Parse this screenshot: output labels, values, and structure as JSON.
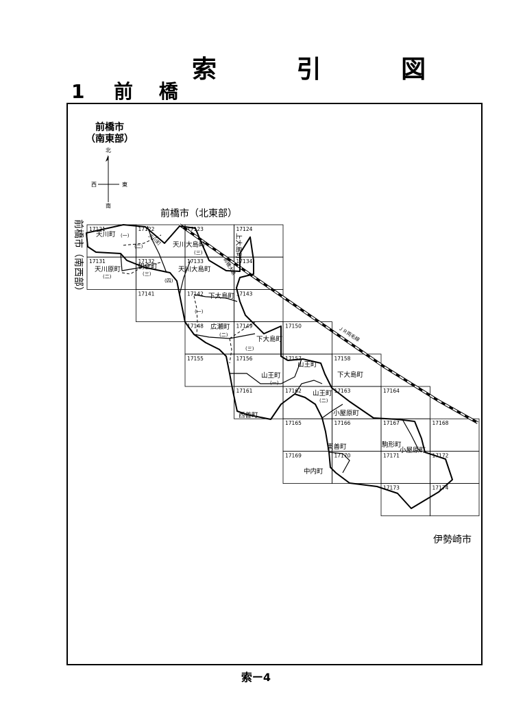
{
  "page": {
    "title": "索 引 図",
    "section_number": "1",
    "section_name": "前 橋",
    "footer": "索ー4"
  },
  "map": {
    "area_title_line1": "前橋市",
    "area_title_line2": "（南東部）",
    "compass": {
      "north": "北",
      "south": "南",
      "east": "東",
      "west": "西"
    },
    "neighbor_north_east": "前橋市（北東部）",
    "neighbor_south_west": "前橋市（南西部）",
    "neighbor_isesaki": "伊勢崎市",
    "railway_label": "ＪＲ両毛線",
    "cells": [
      "17121",
      "17122",
      "17123",
      "17124",
      "17131",
      "17132",
      "17133",
      "17134",
      "17141",
      "17142",
      "17143",
      "17148",
      "17149",
      "17150",
      "17155",
      "17156",
      "17157",
      "17158",
      "17161",
      "17162",
      "17163",
      "17164",
      "17165",
      "17166",
      "17167",
      "17168",
      "17169",
      "17170",
      "17171",
      "17172",
      "17173",
      "17174"
    ],
    "places": [
      {
        "name": "天川町"
      },
      {
        "name": "(一)"
      },
      {
        "name": "(二)"
      },
      {
        "name": "天川町"
      },
      {
        "name": "天川大島町"
      },
      {
        "name": "(三)"
      },
      {
        "name": "上大島町"
      },
      {
        "name": "天川原町"
      },
      {
        "name": "(二)"
      },
      {
        "name": "朝倉町"
      },
      {
        "name": "(三)"
      },
      {
        "name": "(四)"
      },
      {
        "name": "天川大島町"
      },
      {
        "name": "前橋大島"
      },
      {
        "name": "下大島町"
      },
      {
        "name": "(一)"
      },
      {
        "name": "広瀬町"
      },
      {
        "name": "(二)"
      },
      {
        "name": "(三)"
      },
      {
        "name": "下大島町"
      },
      {
        "name": "山王町"
      },
      {
        "name": "山王町"
      },
      {
        "name": "(一)"
      },
      {
        "name": "下大島町"
      },
      {
        "name": "西善町"
      },
      {
        "name": "山王町"
      },
      {
        "name": "(二)"
      },
      {
        "name": "小屋原町"
      },
      {
        "name": "東善町"
      },
      {
        "name": "駒形町"
      },
      {
        "name": "小屋原町"
      },
      {
        "name": "中内町"
      }
    ]
  }
}
